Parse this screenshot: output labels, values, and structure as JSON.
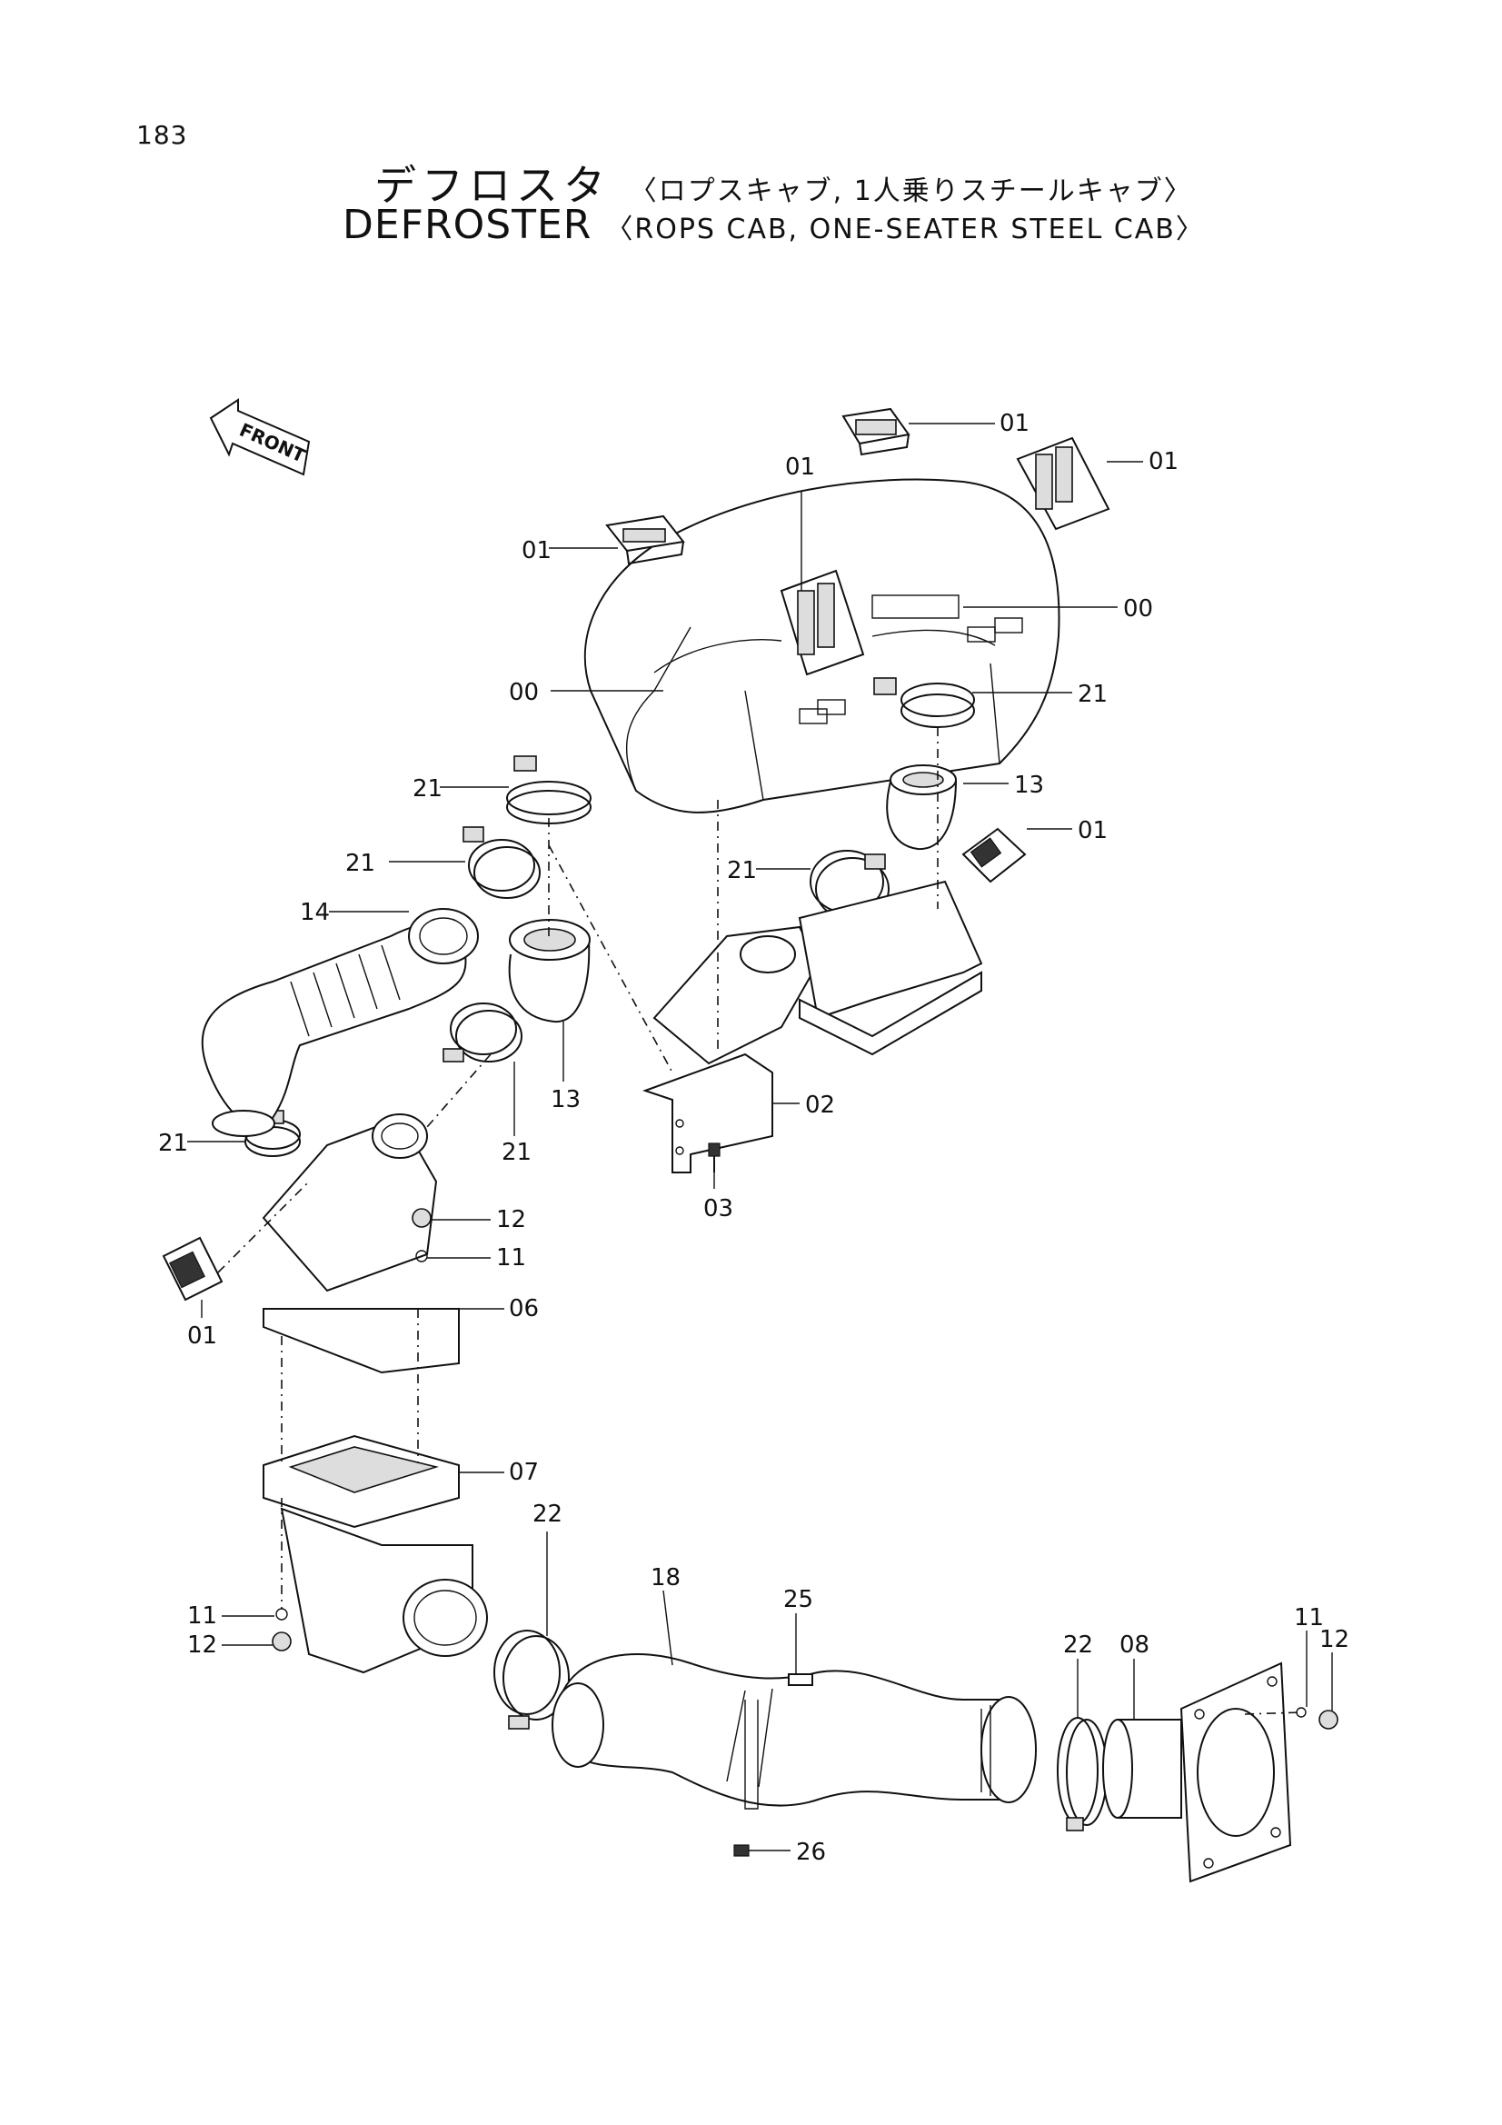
{
  "page_number": "183",
  "title_jp": "デフロスタ",
  "title_jp_sub": "〈ロプスキャブ, 1人乗りスチールキャブ〉",
  "title_en": "DEFROSTER",
  "title_en_sub": "〈ROPS CAB, ONE-SEATER STEEL CAB〉",
  "front_label": "FRONT",
  "callouts": {
    "c01_top": "01",
    "c01_right": "01",
    "c01_mid": "01",
    "c01_left": "01",
    "c00_right": "00",
    "c00_left": "00",
    "c21_a": "21",
    "c21_b": "21",
    "c21_c": "21",
    "c21_d": "21",
    "c21_e": "21",
    "c21_f": "21",
    "c13_a": "13",
    "c13_b": "13",
    "c01_side": "01",
    "c14": "14",
    "c02": "02",
    "c03": "03",
    "c12_a": "12",
    "c11_a": "11",
    "c06": "06",
    "c01_bottom": "01",
    "c07": "07",
    "c11_b": "11",
    "c12_b": "12",
    "c22_a": "22",
    "c18": "18",
    "c25": "25",
    "c22_b": "22",
    "c08": "08",
    "c11_c": "11",
    "c12_c": "12",
    "c26": "26"
  }
}
